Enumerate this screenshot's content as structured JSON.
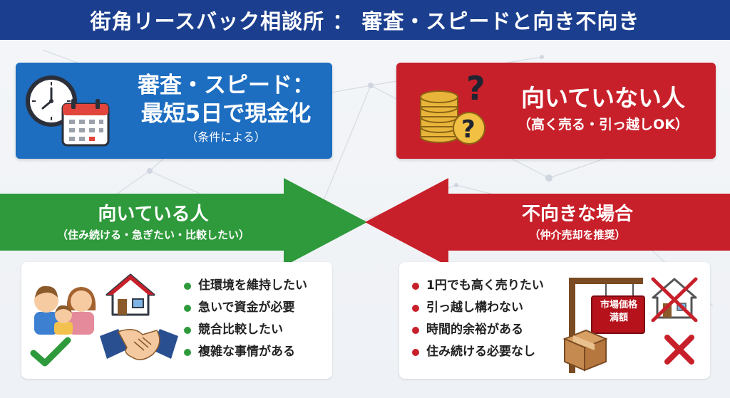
{
  "header": {
    "title": "街角リースバック相談所 ： 審査・スピードと向き不向き"
  },
  "speed_panel": {
    "line1": "審査・スピード：",
    "line2": "最短5日で現金化",
    "note": "（条件による）"
  },
  "not_suited_panel": {
    "title": "向いていない人",
    "note": "（高く売る・引っ越しOK）"
  },
  "suited_arrow": {
    "title": "向いている人",
    "note": "（住み続ける・急ぎたい・比較したい）"
  },
  "unsuited_arrow": {
    "title": "不向きな場合",
    "note": "（仲介売却を推奨）"
  },
  "suited_list": [
    "住環境を維持したい",
    "急いで資金が必要",
    "競合比較したい",
    "複雑な事情がある"
  ],
  "unsuited_list": [
    "1円でも高く売りたい",
    "引っ越し構わない",
    "時間的余裕がある",
    "住み続ける必要なし"
  ],
  "sign": {
    "line1": "市場価格",
    "line2": "満額"
  },
  "colors": {
    "navy": "#1b3f8e",
    "blue": "#1d6dc0",
    "red": "#c8202a",
    "green": "#2e9a3b"
  },
  "icons": {
    "speed": [
      "clock-icon",
      "calendar-icon"
    ],
    "not_suited": [
      "coins-icon",
      "question-mark-icon"
    ],
    "suited": [
      "family-icon",
      "house-icon",
      "handshake-icon",
      "checkmark-icon"
    ],
    "unsuited": [
      "sold-sign-icon",
      "box-icon",
      "crossed-house-icon",
      "x-mark-icon"
    ]
  }
}
